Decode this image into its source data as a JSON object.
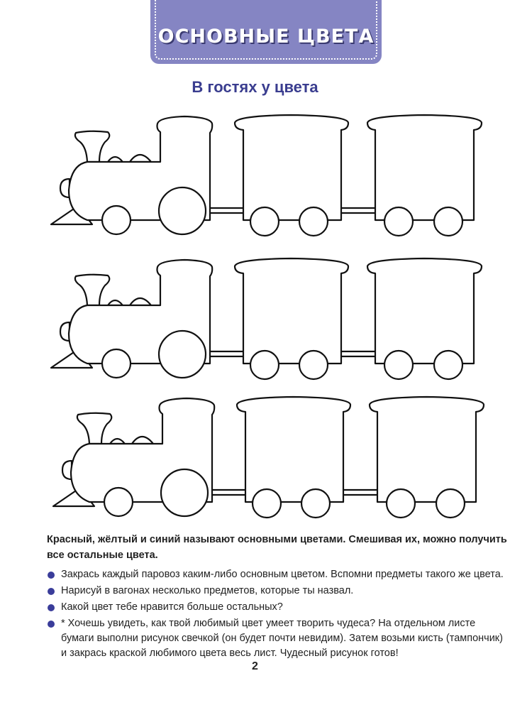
{
  "header": {
    "title": "ОСНОВНЫЕ ЦВЕТА",
    "subtitle": "В гостях у цвета"
  },
  "illustration": {
    "rows": 3,
    "wagons_per_train": 2
  },
  "text": {
    "intro": "Красный, жёлтый и синий называют основными цветами. Смешивая их, можно получить все остальные цвета.",
    "items": [
      "Закрась каждый паровоз каким-либо основным цветом. Вспомни предметы такого же цвета.",
      "Нарисуй в вагонах несколько предметов, которые ты назвал.",
      "Какой цвет тебе нравится больше остальных?",
      "* Хочешь увидеть, как твой любимый цвет умеет творить чудеса? На отдельном листе бумаги выполни рисунок свечкой (он будет почти невидим). Затем возьми кисть (тампончик) и закрась краской любимого цвета весь лист. Чудесный рисунок готов!"
    ]
  },
  "footer": {
    "page_number": "2"
  },
  "colors": {
    "banner": "#8585c3",
    "accent": "#3a3d8f"
  }
}
